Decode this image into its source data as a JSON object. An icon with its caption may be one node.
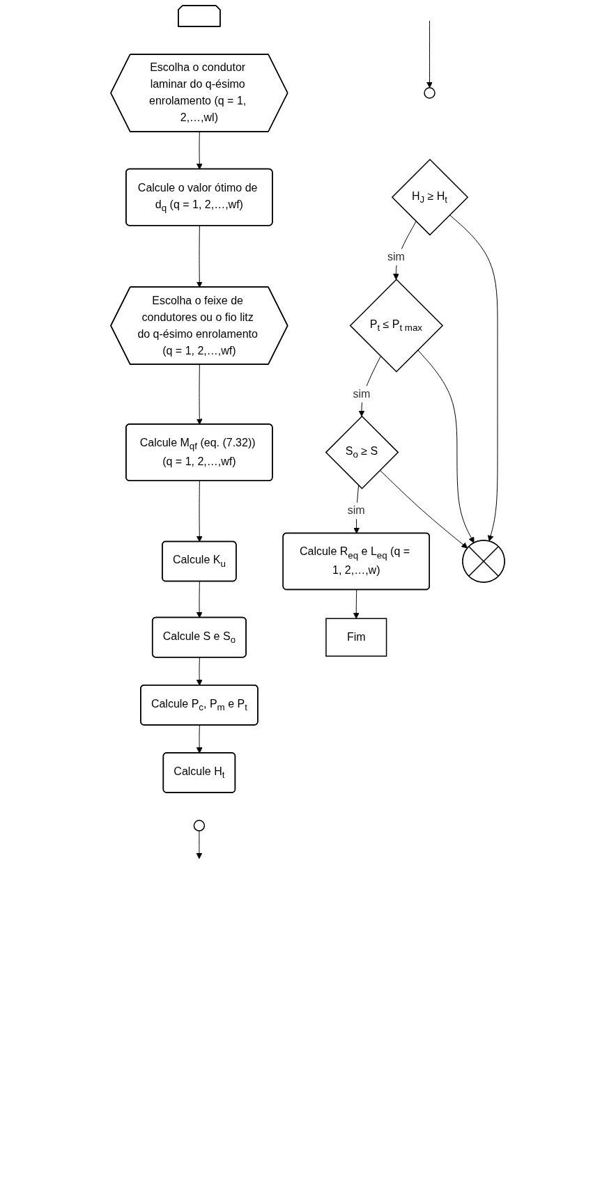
{
  "diagram": {
    "nodes": [
      {
        "text": [],
        "shape": "pentagon"
      },
      {
        "text": [
          "Escolha o condutor laminar do q-ésimo enrolamento (q = 1, 2,…,wl)"
        ]
      },
      {
        "text": [
          "Calcule o valor ótimo de d$_{q}$ (q = 1, 2,…,wf)"
        ]
      },
      {
        "text": [
          "Escolha o feixe de condutores ou o fio litz do q-ésimo enrolamento (q = 1, 2,…,wf)"
        ]
      },
      {
        "text": [
          "Calcule M$_{qf}$ (eq. (7.32)) (q = 1, 2,…,wf)"
        ]
      },
      {
        "text": [
          "Calcule K$_{u}$"
        ]
      },
      {
        "text": [
          "Calcule S e S$_{o}$"
        ]
      },
      {
        "text": [
          "Calcule P$_{c}$, P$_{m}$ e P$_{t}$"
        ]
      },
      {
        "text": [
          "Calcule H$_{t}$"
        ]
      },
      {
        "text": [],
        "shape": "circle"
      },
      {
        "text": [],
        "shape": "circle"
      },
      {
        "text": [
          "H$_{J}$ ≥ H$_{t}$"
        ]
      },
      {
        "text": [
          "P$_{t}$ ≤ P$_{t max}$"
        ]
      },
      {
        "text": [
          "S$_{o}$ ≥ S"
        ]
      },
      {
        "text": [
          "Calcule R$_{eq}$ e L$_{eq}$ (q = 1, 2,…,w)"
        ]
      },
      {
        "text": [
          "Fim"
        ]
      },
      {
        "text": [],
        "shape": "circle"
      }
    ],
    "edges": [
      {
        "from": 1,
        "to": 2,
        "arrow": "to"
      },
      {
        "from": 2,
        "to": 3,
        "arrow": "to"
      },
      {
        "from": 3,
        "to": 4,
        "arrow": "to"
      },
      {
        "from": 4,
        "to": 5,
        "arrow": "to"
      },
      {
        "from": 5,
        "to": 6,
        "arrow": "to"
      },
      {
        "from": 6,
        "to": 7,
        "arrow": "to"
      },
      {
        "from": 7,
        "to": 8,
        "arrow": "to"
      },
      {
        "from": 9,
        "to": null,
        "arrow": "to"
      },
      {
        "from": null,
        "to": 10,
        "arrow": "to"
      },
      {
        "from": 11,
        "to": 12,
        "label": "sim",
        "arrow": "to"
      },
      {
        "from": 12,
        "to": 13,
        "label": "sim",
        "arrow": "to"
      },
      {
        "from": 13,
        "to": 14,
        "label": "sim",
        "arrow": "to"
      },
      {
        "from": 14,
        "to": 15,
        "arrow": "to"
      },
      {
        "from": 11,
        "to": 16,
        "arrow": "to"
      },
      {
        "from": 12,
        "to": 16,
        "arrow": "to"
      },
      {
        "from": 13,
        "to": 16,
        "arrow": "to"
      }
    ]
  }
}
